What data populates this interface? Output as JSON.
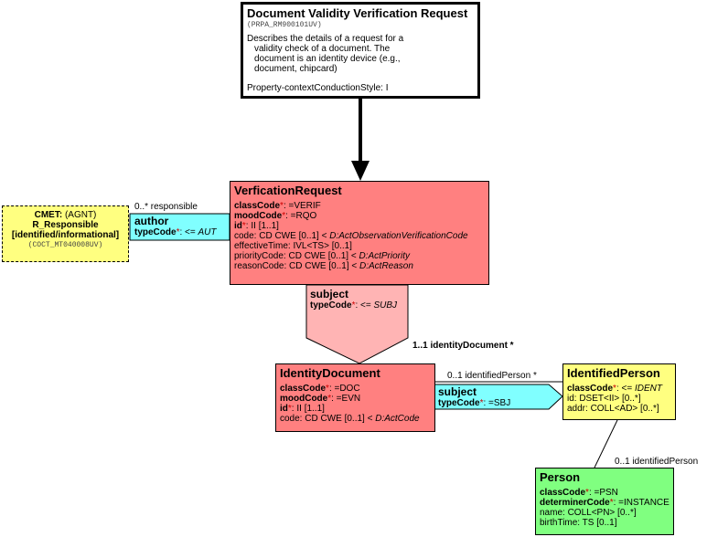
{
  "header": {
    "title": "Document Validity Verification Request",
    "id": "(PRPA_RM900101UV)",
    "desc": [
      "Describes the details of a request for a",
      "validity check of a document. The",
      "document is an identity device (e.g.,",
      "document, chipcard)"
    ],
    "style": "Property-contextConductionStyle: I"
  },
  "cmet": {
    "l1a": "CMET:",
    "l1b": " (AGNT)",
    "l2": "R_Responsible",
    "l3": "[identified/informational]",
    "id": "(COCT_MT040008UV)",
    "rel": "0..* responsible"
  },
  "author": {
    "name": "author",
    "tc_label": "typeCode",
    "tc_val": ": <= ",
    "tc_code": "AUT"
  },
  "request": {
    "title": "VerficationRequest",
    "l1a": "classCode",
    "l1b": ": =VERIF",
    "l2a": "moodCode",
    "l2b": ": =RQO",
    "l3a": "id",
    "l3b": ": II [1..1]",
    "l4a": "code: CD CWE [0..1] < ",
    "l4b": "D:ActObservationVerificationCode",
    "l5": "effectiveTime: IVL<TS> [0..1]",
    "l6a": "priorityCode: CD CWE [0..1] < ",
    "l6b": "D:ActPriority",
    "l7a": "reasonCode: CD CWE [0..1] < ",
    "l7b": "D:ActReason"
  },
  "subject1": {
    "name": "subject",
    "tc_label": "typeCode",
    "tc_val": ": <= ",
    "tc_code": "SUBJ",
    "rel": "1..1 identityDocument  *"
  },
  "doc": {
    "title": "IdentityDocument",
    "l1a": "classCode",
    "l1b": ": =DOC",
    "l2a": "moodCode",
    "l2b": ": =EVN",
    "l3a": "id",
    "l3b": ": II [1..1]",
    "l4a": "code: CD CWE [0..1] < ",
    "l4b": "D:ActCode"
  },
  "subject2": {
    "name": "subject",
    "tc_label": "typeCode",
    "tc_val": ": =SBJ",
    "rel": "0..1 identifiedPerson  *"
  },
  "iperson": {
    "title": "IdentifiedPerson",
    "l1a": "classCode",
    "l1b": ": <= ",
    "l1c": "IDENT",
    "l2": "id: DSET<II> [0..*]",
    "l3": "addr: COLL<AD> [0..*]",
    "rel": "0..1 identifiedPerson"
  },
  "person": {
    "title": "Person",
    "l1a": "classCode",
    "l1b": ": =PSN",
    "l2a": "determinerCode",
    "l2b": ": =INSTANCE",
    "l3": "name: COLL<PN> [0..*]",
    "l4": "birthTime: TS [0..1]"
  },
  "colors": {
    "act": "#ff8080",
    "role": "#ffff80",
    "entity": "#80ff80",
    "cmet": "#ffff80",
    "assoc": "#80ffff",
    "participation": "#ffb4b4"
  }
}
